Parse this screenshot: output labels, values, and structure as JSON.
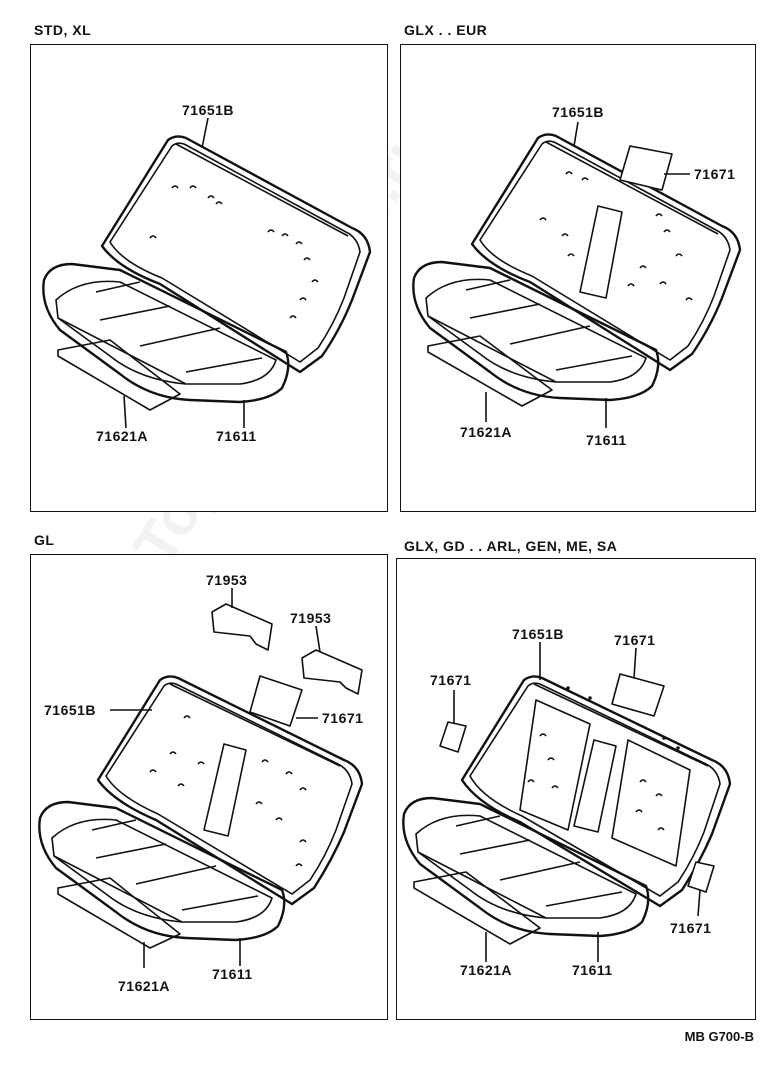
{
  "panels": [
    {
      "heading": "STD, XL",
      "labels": {
        "back": "71651B",
        "floor": "71621A",
        "cushion": "71611"
      }
    },
    {
      "heading": "GLX . . EUR",
      "labels": {
        "back": "71651B",
        "cover": "71671",
        "floor": "71621A",
        "cushion": "71611"
      }
    },
    {
      "heading": "GL",
      "labels": {
        "head_left": "71953",
        "head_right": "71953",
        "back": "71651B",
        "cover": "71671",
        "floor": "71621A",
        "cushion": "71611"
      }
    },
    {
      "heading": "GLX, GD . . ARL, GEN, ME, SA",
      "labels": {
        "back": "71651B",
        "cover_top": "71671",
        "cover_left": "71671",
        "cover_right": "71671",
        "floor": "71621A",
        "cushion": "71611"
      }
    }
  ],
  "diagram_code": "MB G700-B",
  "watermark": "ToyotaCarMats.ru"
}
